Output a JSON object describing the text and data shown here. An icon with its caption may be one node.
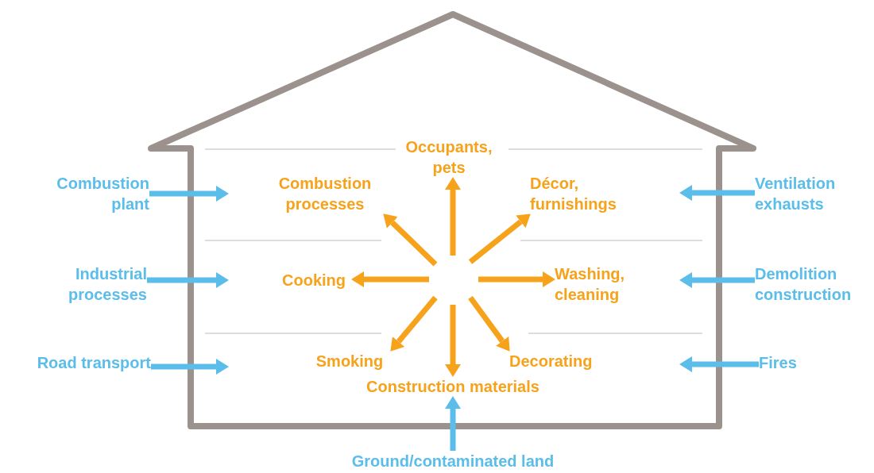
{
  "diagram": {
    "nodes": [
      {
        "text": [],
        "shape": "house"
      },
      {
        "text": [
          "Occupants, pets"
        ],
        "in": 0
      },
      {
        "text": [
          "Combustion plant"
        ]
      },
      {
        "text": [
          "Combustion processes"
        ],
        "in": 0
      },
      {
        "text": [
          "Décor, furnishings"
        ],
        "in": 0
      },
      {
        "text": [
          "Ventilation exhausts"
        ]
      },
      {
        "text": [
          "Industrial processes"
        ]
      },
      {
        "text": [
          "Cooking"
        ],
        "in": 0
      },
      {
        "text": [
          "Washing, cleaning"
        ],
        "in": 0
      },
      {
        "text": [
          "Demolition construction"
        ]
      },
      {
        "text": [
          "Road transport"
        ]
      },
      {
        "text": [
          "Smoking"
        ],
        "in": 0
      },
      {
        "text": [
          "Decorating"
        ],
        "in": 0
      },
      {
        "text": [
          "Fires"
        ]
      },
      {
        "text": [
          "Construction materials"
        ],
        "in": 0
      },
      {
        "text": [
          "Ground/contaminated land"
        ]
      }
    ],
    "edges": [
      {
        "from": null,
        "to": 1,
        "arrow": "to"
      },
      {
        "from": null,
        "to": 3,
        "arrow": "to"
      },
      {
        "from": null,
        "to": 4,
        "arrow": "to"
      },
      {
        "from": null,
        "to": 7,
        "arrow": "to"
      },
      {
        "from": null,
        "to": 8,
        "arrow": "to"
      },
      {
        "from": null,
        "to": 11,
        "arrow": "to"
      },
      {
        "from": null,
        "to": 12,
        "arrow": "to"
      },
      {
        "from": null,
        "to": 14,
        "arrow": "to"
      },
      {
        "from": 2,
        "to": 0,
        "arrow": "to",
        "color": "#5bbde9"
      },
      {
        "from": 6,
        "to": 0,
        "arrow": "to",
        "color": "#5bbde9"
      },
      {
        "from": 10,
        "to": 0,
        "arrow": "to",
        "color": "#5bbde9"
      },
      {
        "from": 5,
        "to": 0,
        "arrow": "to",
        "color": "#5bbde9"
      },
      {
        "from": 9,
        "to": 0,
        "arrow": "to",
        "color": "#5bbde9"
      },
      {
        "from": 13,
        "to": 0,
        "arrow": "to",
        "color": "#5bbde9"
      },
      {
        "from": 15,
        "to": 14,
        "arrow": "to",
        "color": "#5bbde9"
      }
    ]
  }
}
